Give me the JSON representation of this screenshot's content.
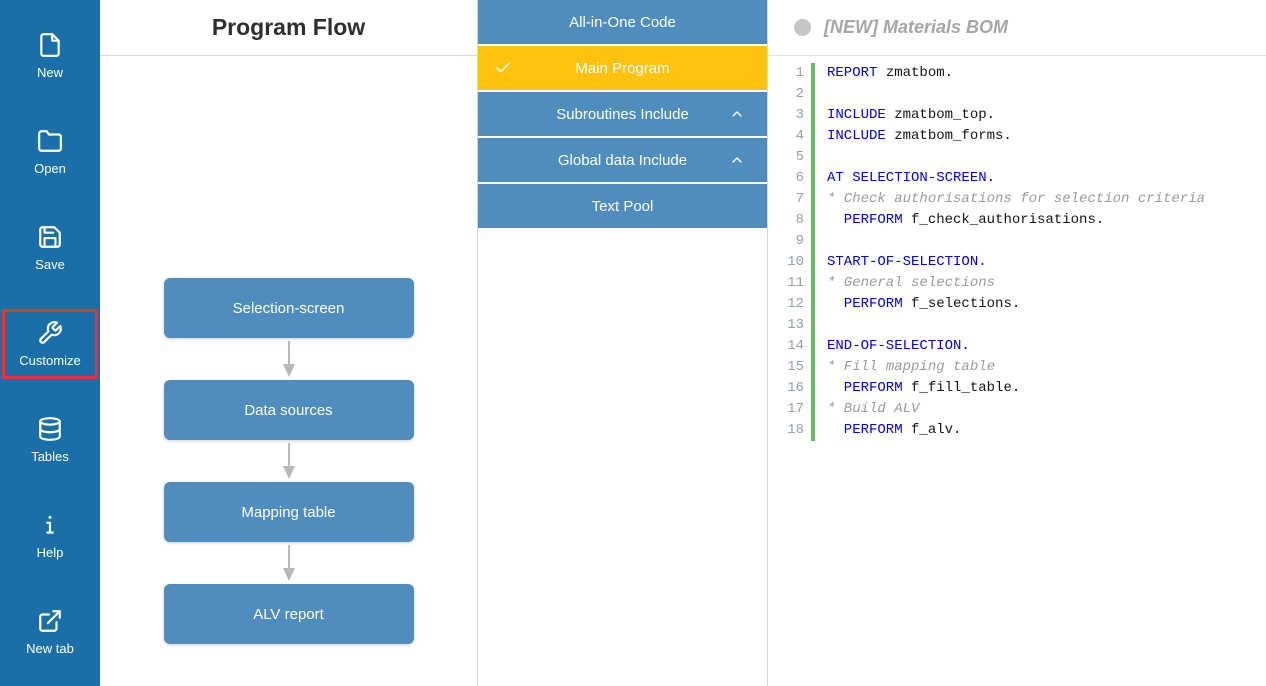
{
  "colors": {
    "sidebar_bg": "#1b6fa8",
    "panel_blue": "#4e8dbe",
    "active_yellow": "#ffc20e",
    "highlight_red": "#e53232",
    "keyword_blue": "#0000e0",
    "comment_gray": "#9b9b9b",
    "code_text": "#141414",
    "line_number_gray": "#93a1ad",
    "gutter_green": "#66bb66",
    "arrow_gray": "#b8b8b8",
    "border_gray": "#d9d9d9",
    "title_gray": "#a6a6a6"
  },
  "sidebar": {
    "items": [
      {
        "label": "New",
        "icon": "new-file-icon"
      },
      {
        "label": "Open",
        "icon": "open-folder-icon"
      },
      {
        "label": "Save",
        "icon": "save-icon"
      },
      {
        "label": "Customize",
        "icon": "wrench-icon",
        "highlighted": true
      },
      {
        "label": "Tables",
        "icon": "database-icon"
      },
      {
        "label": "Help",
        "icon": "info-icon"
      },
      {
        "label": "New tab",
        "icon": "external-link-icon"
      }
    ]
  },
  "flow_panel": {
    "title": "Program Flow",
    "nodes": [
      "Selection-screen",
      "Data sources",
      "Mapping table",
      "ALV report"
    ]
  },
  "nav_panel": {
    "items": [
      {
        "label": "All-in-One Code"
      },
      {
        "label": "Main Program",
        "state": "active",
        "left_icon": "check-icon"
      },
      {
        "label": "Subroutines Include",
        "right_icon": "chevron-up-icon"
      },
      {
        "label": "Global data Include",
        "right_icon": "chevron-up-icon"
      },
      {
        "label": "Text Pool"
      }
    ]
  },
  "editor": {
    "title": "[NEW] Materials BOM",
    "lines": [
      {
        "n": 1,
        "seg": [
          [
            "kw",
            "REPORT"
          ],
          [
            "txt",
            " zmatbom."
          ]
        ]
      },
      {
        "n": 2,
        "seg": []
      },
      {
        "n": 3,
        "seg": [
          [
            "kw",
            "INCLUDE"
          ],
          [
            "txt",
            " zmatbom_top."
          ]
        ]
      },
      {
        "n": 4,
        "seg": [
          [
            "kw",
            "INCLUDE"
          ],
          [
            "txt",
            " zmatbom_forms."
          ]
        ]
      },
      {
        "n": 5,
        "seg": []
      },
      {
        "n": 6,
        "seg": [
          [
            "kw",
            "AT SELECTION-SCREEN."
          ]
        ]
      },
      {
        "n": 7,
        "seg": [
          [
            "cmt",
            "* Check authorisations for selection criteria"
          ]
        ]
      },
      {
        "n": 8,
        "seg": [
          [
            "kw",
            "  PERFORM"
          ],
          [
            "txt",
            " f_check_authorisations."
          ]
        ]
      },
      {
        "n": 9,
        "seg": []
      },
      {
        "n": 10,
        "seg": [
          [
            "kw",
            "START-OF-SELECTION."
          ]
        ]
      },
      {
        "n": 11,
        "seg": [
          [
            "cmt",
            "* General selections"
          ]
        ]
      },
      {
        "n": 12,
        "seg": [
          [
            "kw",
            "  PERFORM"
          ],
          [
            "txt",
            " f_selections."
          ]
        ]
      },
      {
        "n": 13,
        "seg": []
      },
      {
        "n": 14,
        "seg": [
          [
            "kw",
            "END-OF-SELECTION."
          ]
        ]
      },
      {
        "n": 15,
        "seg": [
          [
            "cmt",
            "* Fill mapping table"
          ]
        ]
      },
      {
        "n": 16,
        "seg": [
          [
            "kw",
            "  PERFORM"
          ],
          [
            "txt",
            " f_fill_table."
          ]
        ]
      },
      {
        "n": 17,
        "seg": [
          [
            "cmt",
            "* Build ALV"
          ]
        ]
      },
      {
        "n": 18,
        "seg": [
          [
            "kw",
            "  PERFORM"
          ],
          [
            "txt",
            " f_alv."
          ]
        ]
      }
    ]
  }
}
